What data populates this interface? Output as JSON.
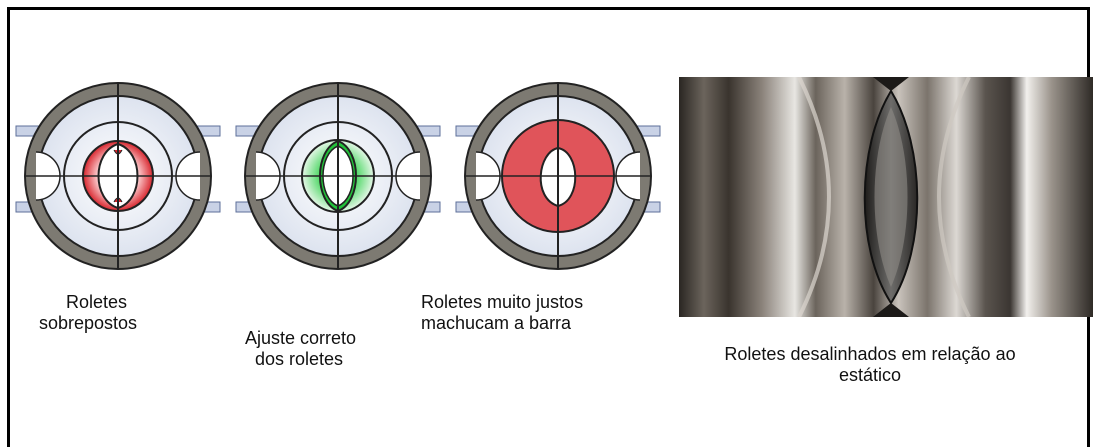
{
  "captions": {
    "overlapping": [
      "Roletes",
      "sobrepostos"
    ],
    "correct": [
      "Ajuste correto",
      "dos roletes"
    ],
    "too_tight": [
      "Roletes muito justos",
      "machucam a barra"
    ],
    "misaligned": [
      "Roletes desalinhados em relação ao",
      "estático"
    ]
  },
  "colors": {
    "ring": "#7d7a72",
    "overlap_red": "#d8262e",
    "correct_green": "#22c23a",
    "tight_red": "#e0545a",
    "plate_blue": "#7f8fb4"
  }
}
